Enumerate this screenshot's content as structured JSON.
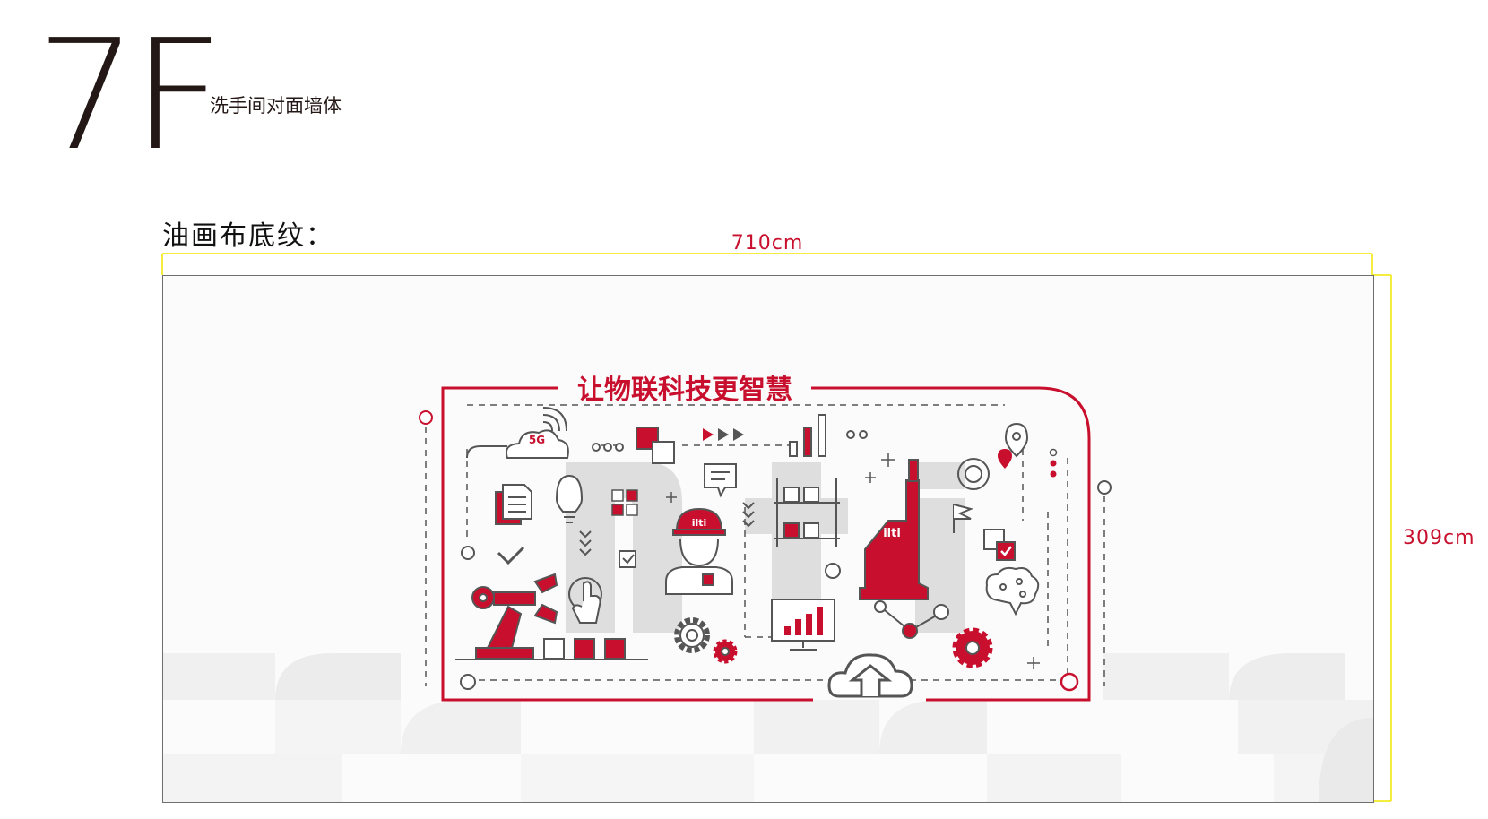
{
  "floor": {
    "label": "7F",
    "location": "洗手间对面墙体"
  },
  "section": {
    "title": "油画布底纹："
  },
  "dimensions": {
    "width": "710cm",
    "height": "309cm"
  },
  "mural": {
    "banner": "让物联科技更智慧",
    "badge_5g": "5G",
    "logo_text": "ilti",
    "colors": {
      "accent": "#c8102e",
      "line": "#555555",
      "watermark": "#dcdcdc",
      "guide": "#f2e600"
    }
  }
}
